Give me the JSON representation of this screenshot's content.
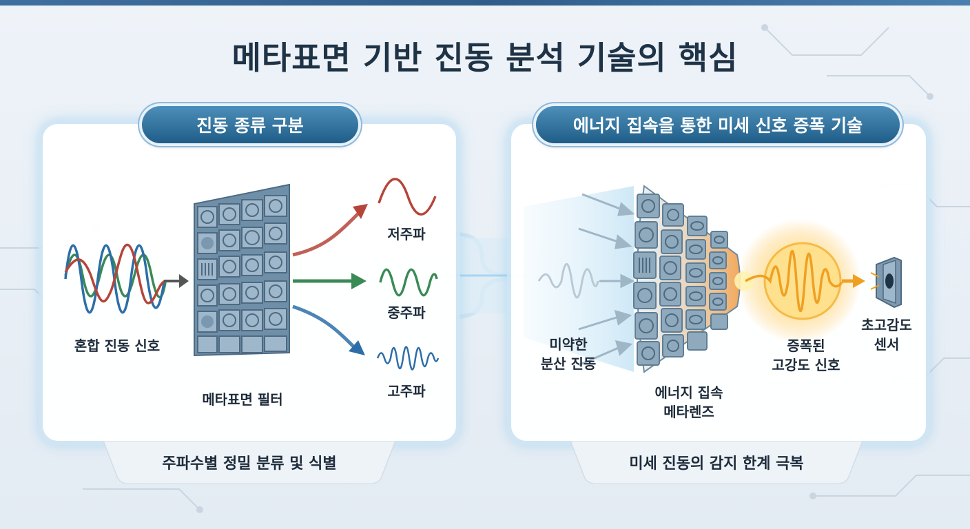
{
  "title": "메타표면 기반 진동 분석 기술의 핵심",
  "left_panel": {
    "header": "진동 종류 구분",
    "input_label": "혼합 진동 신호",
    "filter_label": "메타표면 필터",
    "outputs": [
      {
        "label": "저주파",
        "color": "#b5453a"
      },
      {
        "label": "중주파",
        "color": "#3a8a55"
      },
      {
        "label": "고주파",
        "color": "#2d6ea8"
      }
    ],
    "footer": "주파수별 정밀 분류 및 식별"
  },
  "right_panel": {
    "header": "에너지 집속을 통한 미세 신호 증폭 기술",
    "input_label_line1": "미약한",
    "input_label_line2": "분산 진동",
    "lens_label_line1": "에너지 집속",
    "lens_label_line2": "메타렌즈",
    "signal_label_line1": "증폭된",
    "signal_label_line2": "고강도 신호",
    "sensor_label_line1": "초고감도",
    "sensor_label_line2": "센서",
    "footer": "미세 진동의 감지 한계 극복"
  },
  "colors": {
    "accent": "#1f5d88",
    "low": "#b5453a",
    "mid": "#3a8a55",
    "high": "#2d6ea8",
    "amplified": "#f0a020"
  }
}
